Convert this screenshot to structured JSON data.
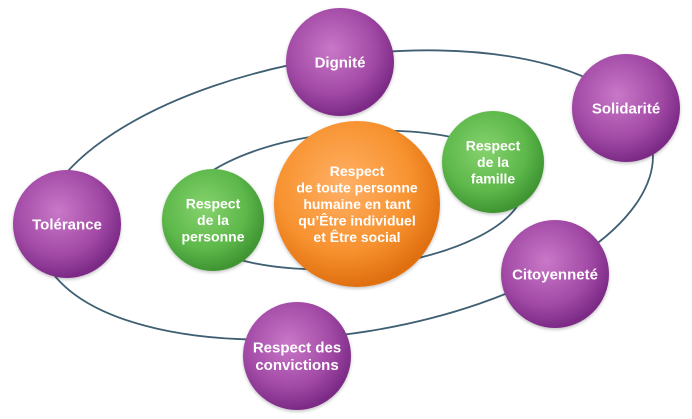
{
  "colors": {
    "orbit_stroke": "#3f5f73",
    "purple_center": "#c978c8",
    "purple_mid": "#a24aa6",
    "purple_edge": "#7b2a86",
    "green_center": "#86d26e",
    "green_mid": "#5db84a",
    "green_edge": "#3f9532",
    "orange_center": "#ffb066",
    "orange_mid": "#f7922f",
    "orange_edge": "#e06f10"
  },
  "nodes": {
    "dignite": {
      "lines": [
        "Dignité"
      ]
    },
    "solidarite": {
      "lines": [
        "Solidarité"
      ]
    },
    "tolerance": {
      "lines": [
        "Tolérance"
      ]
    },
    "citoyennete": {
      "lines": [
        "Citoyenneté"
      ]
    },
    "convictions": {
      "lines": [
        "Respect des",
        "convictions"
      ]
    },
    "personne": {
      "lines": [
        "Respect",
        "de la",
        "personne"
      ]
    },
    "famille": {
      "lines": [
        "Respect",
        "de la",
        "famille"
      ]
    },
    "centre": {
      "lines": [
        "Respect",
        "de toute personne",
        "humaine en tant",
        "qu’Être individuel",
        "et Être social"
      ]
    }
  }
}
